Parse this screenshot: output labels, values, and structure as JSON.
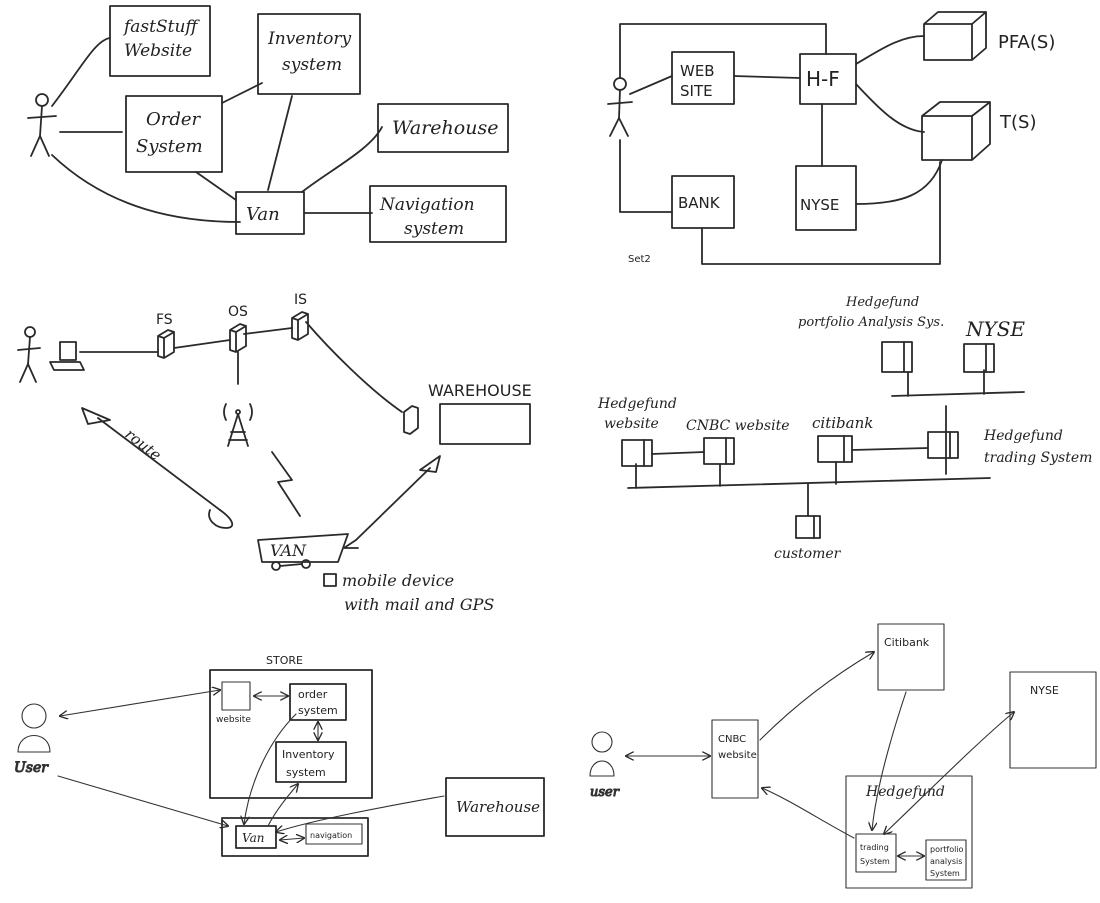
{
  "sketch1": {
    "fastStuff": [
      "fastStuff",
      "Website"
    ],
    "inventory": [
      "Inventory",
      "system"
    ],
    "order": [
      "Order",
      "System"
    ],
    "warehouse": "Warehouse",
    "van": "Van",
    "navigation": [
      "Navigation",
      "system"
    ]
  },
  "sketch2": {
    "website": [
      "WEB",
      "SITE"
    ],
    "hf": "H-F",
    "pfa": "PFA(S)",
    "ts": "T(S)",
    "bank": "BANK",
    "nyse": "NYSE",
    "caption": "Set2"
  },
  "sketch3": {
    "fs": "FS",
    "os": "OS",
    "is": "IS",
    "warehouse": "WAREHOUSE",
    "route": "route",
    "van": "VAN",
    "device": [
      "mobile device",
      "with mail and GPS"
    ]
  },
  "sketch4": {
    "pas": [
      "Hedgefund",
      "portfolio Analysis Sys."
    ],
    "nyse": "NYSE",
    "hfWebsite": [
      "Hedgefund",
      "website"
    ],
    "cnbc": "CNBC website",
    "citibank": "citibank",
    "trading": [
      "Hedgefund",
      "trading System"
    ],
    "customer": "customer"
  },
  "sketch5": {
    "store": "STORE",
    "website": "website",
    "order": [
      "order",
      "system"
    ],
    "inventory": [
      "Inventory",
      "system"
    ],
    "user": "User",
    "van": "Van",
    "navigation": "navigation",
    "warehouse": "Warehouse"
  },
  "sketch6": {
    "citibank": "Citibank",
    "nyse": "NYSE",
    "cnbc": [
      "CNBC",
      "website"
    ],
    "user": "user",
    "hedgefund": "Hedgefund",
    "trading": [
      "trading",
      "System"
    ],
    "portfolio": [
      "portfolio",
      "analysis",
      "System"
    ]
  }
}
